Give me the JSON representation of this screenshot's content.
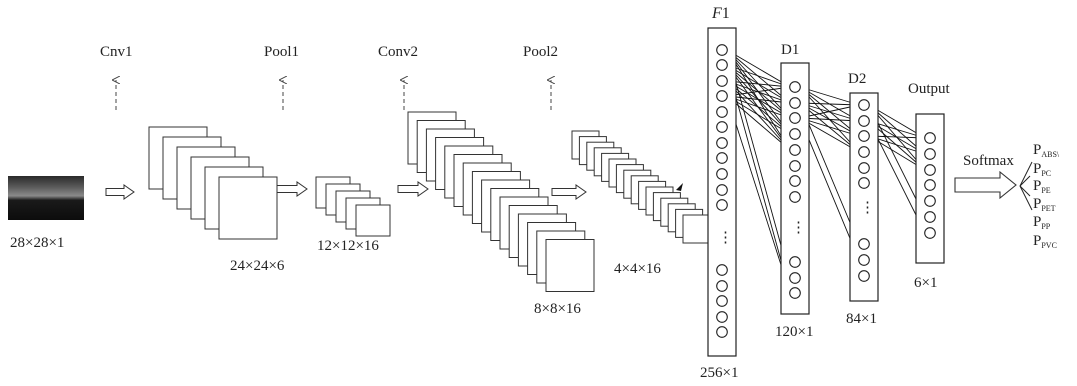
{
  "input": {
    "size_label": "28×28×1"
  },
  "stages": {
    "conv1": {
      "title": "Cnv1",
      "size_label": "24×24×6"
    },
    "pool1": {
      "title": "Pool1",
      "size_label": "12×12×16"
    },
    "conv2": {
      "title": "Conv2",
      "size_label": "8×8×16"
    },
    "pool2": {
      "title": "Pool2",
      "size_label": "4×4×16"
    }
  },
  "dense": {
    "f1": {
      "title": "F",
      "title_suffix": "1",
      "size_label": "256×1"
    },
    "d1": {
      "title": "D1",
      "size_label": "120×1"
    },
    "d2": {
      "title": "D2",
      "size_label": "84×1"
    },
    "output": {
      "title": "Output",
      "size_label": "6×1"
    }
  },
  "softmax_label": "Softmax",
  "outputs": [
    {
      "base": "P",
      "sub": "ABS\\"
    },
    {
      "base": "P",
      "sub": "PC"
    },
    {
      "base": "P",
      "sub": "PE"
    },
    {
      "base": "P",
      "sub": "PET"
    },
    {
      "base": "P",
      "sub": "PP"
    },
    {
      "base": "P",
      "sub": "PVC"
    }
  ],
  "ellipsis": "⋮"
}
